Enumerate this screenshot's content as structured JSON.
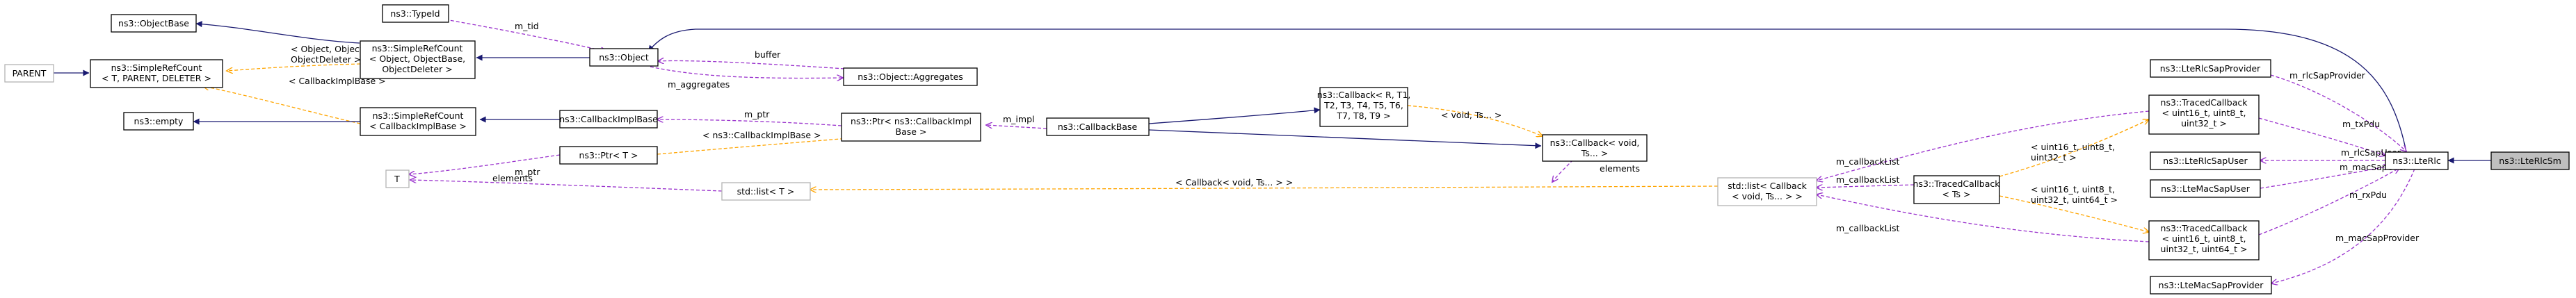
{
  "nodes": {
    "objectbase": [
      "ns3::ObjectBase"
    ],
    "typeid": [
      "ns3::TypeId"
    ],
    "srcObject": [
      "ns3::SimpleRefCount",
      "< Object, ObjectBase,",
      "ObjectDeleter >"
    ],
    "object": [
      "ns3::Object"
    ],
    "aggregates": [
      "ns3::Object::Aggregates"
    ],
    "parent": [
      "PARENT"
    ],
    "srcTemplate": [
      "ns3::SimpleRefCount",
      "< T, PARENT, DELETER >"
    ],
    "empty": [
      "ns3::empty"
    ],
    "srcCb": [
      "ns3::SimpleRefCount",
      "< CallbackImplBase >"
    ],
    "cbImplBase": [
      "ns3::CallbackImplBase"
    ],
    "ptrCb": [
      "ns3::Ptr< ns3::CallbackImpl",
      "Base >"
    ],
    "cbBase": [
      "ns3::CallbackBase"
    ],
    "cbTemplate": [
      "ns3::Callback< R, T1,",
      "T2, T3, T4, T5, T6,",
      "T7, T8, T9 >"
    ],
    "ptrT": [
      "ns3::Ptr< T >"
    ],
    "t": [
      "T"
    ],
    "listT": [
      "std::list< T >"
    ],
    "cbVoid": [
      "ns3::Callback< void,",
      "Ts... >"
    ],
    "listCb": [
      "std::list< Callback",
      "< void, Ts... > >"
    ],
    "rlcSapProvider": [
      "ns3::LteRlcSapProvider"
    ],
    "tc32": [
      "ns3::TracedCallback",
      "< uint16_t, uint8_t,",
      "uint32_t >"
    ],
    "rlcSapUser": [
      "ns3::LteRlcSapUser"
    ],
    "macSapUser": [
      "ns3::LteMacSapUser"
    ],
    "tcTs": [
      "ns3::TracedCallback",
      "< Ts >"
    ],
    "tc64": [
      "ns3::TracedCallback",
      "< uint16_t, uint8_t,",
      "uint32_t, uint64_t >"
    ],
    "macSapProvider": [
      "ns3::LteMacSapProvider"
    ],
    "lteRlc": [
      "ns3::LteRlc"
    ],
    "lteRlcSm": [
      "ns3::LteRlcSm"
    ]
  },
  "edges": {
    "tid": [
      "m_tid"
    ],
    "buffer": [
      "buffer"
    ],
    "aggregates": [
      "m_aggregates"
    ],
    "tplObject": [
      "< Object, ObjectBase,",
      "ObjectDeleter >"
    ],
    "tplCbImpl": [
      "< CallbackImplBase >"
    ],
    "mptr1": [
      "m_ptr"
    ],
    "tplPtrCb": [
      "< ns3::CallbackImplBase >"
    ],
    "impl": [
      "m_impl"
    ],
    "tplVoid": [
      "< void, Ts... >"
    ],
    "mptr2": [
      "m_ptr"
    ],
    "elements1": [
      "elements"
    ],
    "elements2": [
      "elements"
    ],
    "tplList": [
      "< Callback< void, Ts... > >"
    ],
    "cbList1": [
      "m_callbackList"
    ],
    "cbList2": [
      "m_callbackList"
    ],
    "cbList3": [
      "m_callbackList"
    ],
    "tpl32": [
      "< uint16_t, uint8_t,",
      "uint32_t >"
    ],
    "tpl64": [
      "< uint16_t, uint8_t,",
      "uint32_t, uint64_t >"
    ],
    "rlcSapProvider": [
      "m_rlcSapProvider"
    ],
    "txPdu": [
      "m_txPdu"
    ],
    "rlcSapUser": [
      "m_rlcSapUser"
    ],
    "macSapUser": [
      "m_macSapUser"
    ],
    "rxPdu": [
      "m_rxPdu"
    ],
    "macSapProvider": [
      "m_macSapProvider"
    ]
  },
  "colors": {
    "inheritance": "#191970",
    "usage": "#9a32cd",
    "template": "#ffa500",
    "focus_fill": "#bfbfbf",
    "external_border": "#b3b3b3"
  }
}
